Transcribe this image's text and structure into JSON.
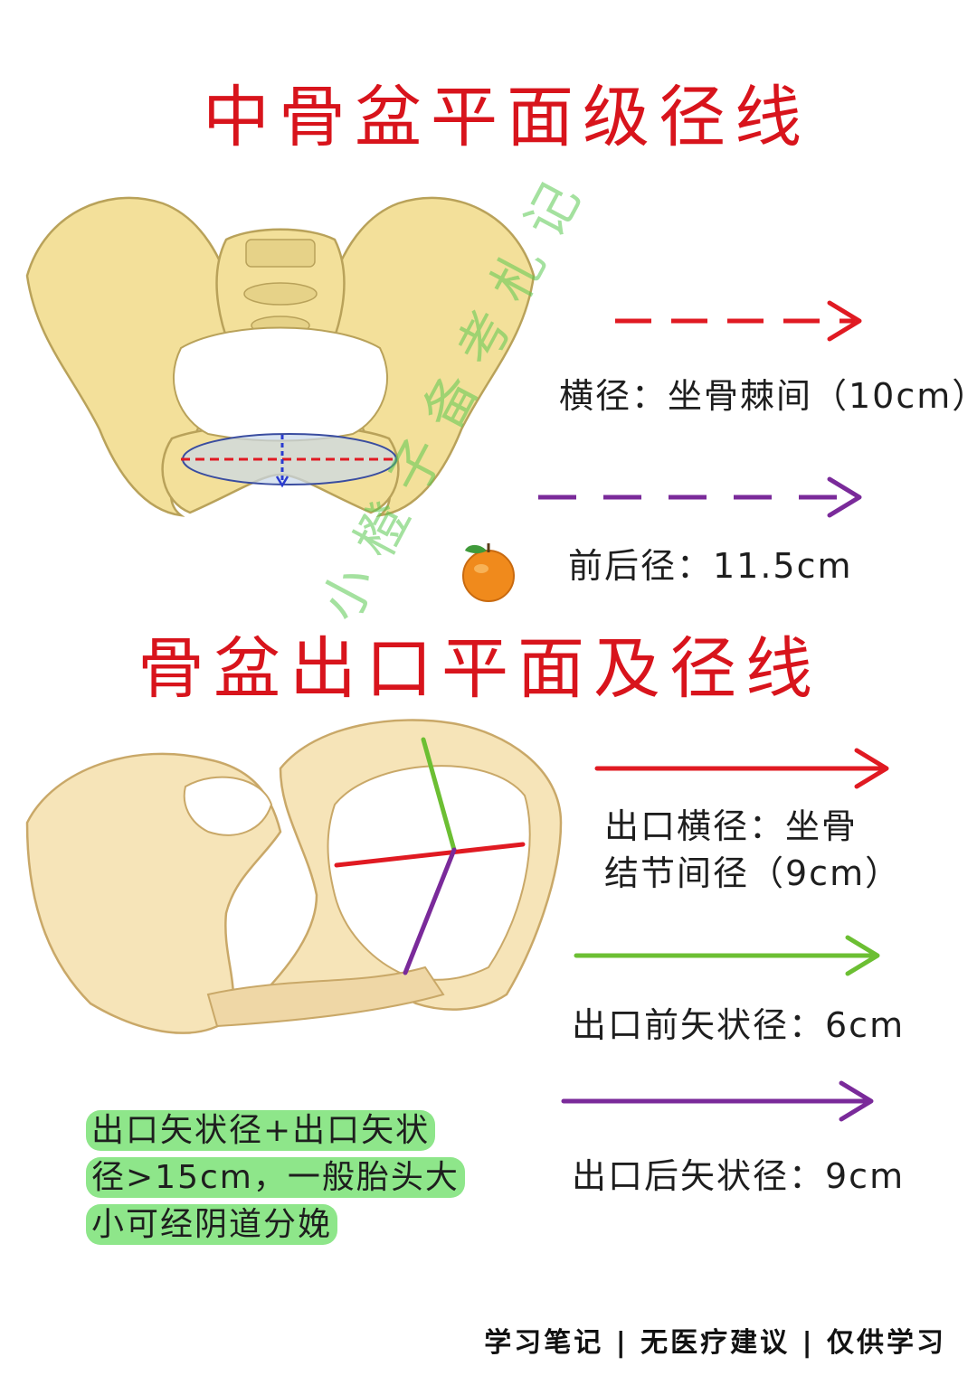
{
  "section1": {
    "title": "中骨盆平面级径线",
    "transverse": {
      "label": "横径：坐骨棘间（10cm）",
      "color": "#e01a22"
    },
    "ap": {
      "label": "前后径：11.5cm",
      "color": "#7a2a9a"
    }
  },
  "section2": {
    "title": "骨盆出口平面及径线",
    "items": [
      {
        "label_line1": "出口横径：坐骨",
        "label_line2": "结节间径（9cm）",
        "color": "#e01a22"
      },
      {
        "label": "出口前矢状径：6cm",
        "color": "#6cbf33"
      },
      {
        "label": "出口后矢状径：9cm",
        "color": "#7a2a9a"
      }
    ]
  },
  "note": {
    "line1": "出口矢状径+出口矢状",
    "line2": "径>15cm，一般胎头大",
    "line3": "小可经阴道分娩"
  },
  "footer": "学习笔记 | 无医疗建议 | 仅供学习",
  "watermark": "小橙子备考札记",
  "icons": {
    "orange": "orange-fruit-icon"
  }
}
